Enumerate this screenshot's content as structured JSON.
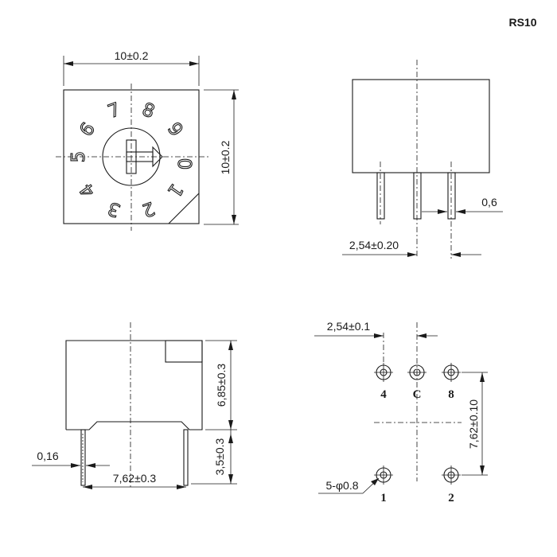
{
  "model_label": "RS10",
  "front_view": {
    "width_dim": "10±0.2",
    "height_dim": "10±0.2",
    "dial_digits": [
      "0",
      "1",
      "2",
      "3",
      "4",
      "5",
      "6",
      "7",
      "8",
      "9"
    ]
  },
  "side_view": {
    "pin_width_dim": "0,6",
    "pitch_dim": "2,54±0.20"
  },
  "profile_view": {
    "pin_thickness_dim": "0,16",
    "pin_span_dim": "7,62±0.3",
    "body_height_dim": "6,85±0.3",
    "pin_length_dim": "3,5±0.3"
  },
  "footprint_view": {
    "pitch_dim": "2,54±0.1",
    "row_spacing_dim": "7,62±0.10",
    "hole_note": "5-φ0.8",
    "pin_labels": [
      "4",
      "C",
      "8",
      "1",
      "2"
    ]
  }
}
